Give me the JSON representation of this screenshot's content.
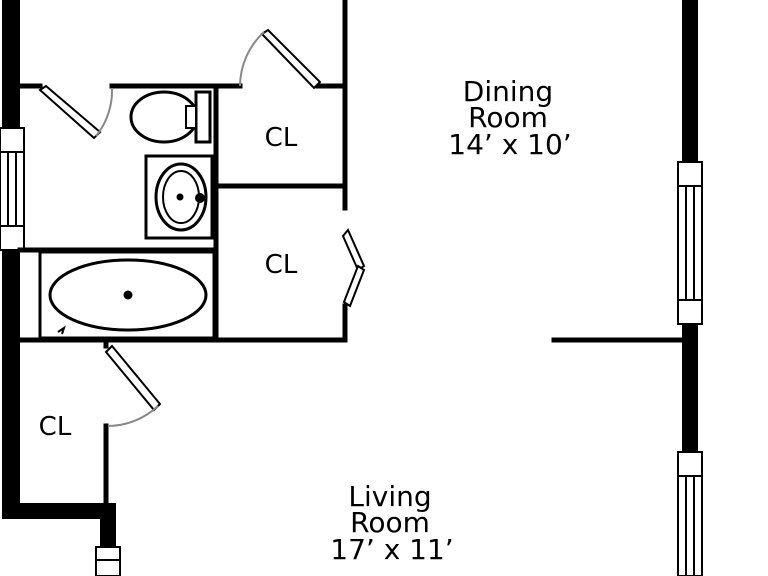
{
  "rooms": {
    "dining": {
      "name_line1": "Dining",
      "name_line2": "Room",
      "dimensions": "14’ x 10’"
    },
    "living": {
      "name_line1": "Living",
      "name_line2": "Room",
      "dimensions": "17’ x 11’"
    }
  },
  "closets": {
    "upper": "CL",
    "middle": "CL",
    "lower": "CL"
  },
  "colors": {
    "wall": "#000000",
    "background": "#ffffff",
    "door_swing": "#888888"
  }
}
